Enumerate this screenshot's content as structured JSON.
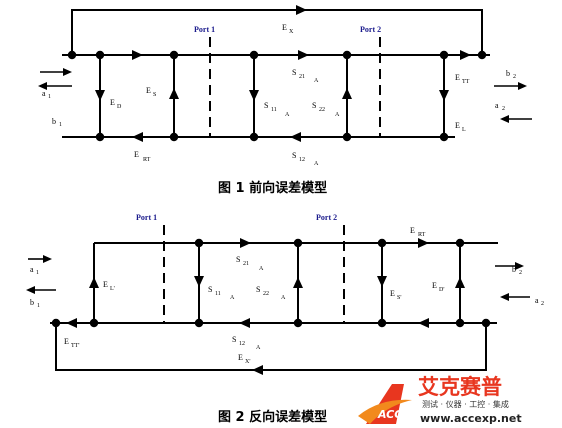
{
  "figure1": {
    "port1": "Port 1",
    "port2": "Port 2",
    "a1": "a",
    "a1_sub": "1",
    "b1": "b",
    "b1_sub": "1",
    "b2": "b",
    "b2_sub": "2",
    "a2": "a",
    "a2_sub": "2",
    "ex": "E",
    "ex_sub": "X",
    "ed": "E",
    "ed_sub": "D",
    "es": "E",
    "es_sub": "S",
    "ert": "E",
    "ert_sub": "RT",
    "ett": "E",
    "ett_sub": "TT",
    "el": "E",
    "el_sub": "L",
    "s21": "S",
    "s21_sub": "21",
    "s21_sub2": "A",
    "s11": "S",
    "s11_sub": "11",
    "s11_sub2": "A",
    "s22": "S",
    "s22_sub": "22",
    "s22_sub2": "A",
    "s12": "S",
    "s12_sub": "12",
    "s12_sub2": "A",
    "caption": "图 1   前向误差模型"
  },
  "figure2": {
    "port1": "Port 1",
    "port2": "Port 2",
    "a1": "a",
    "a1_sub": "1",
    "b1": "b",
    "b1_sub": "1",
    "b2": "b",
    "b2_sub": "2",
    "a2": "a",
    "a2_sub": "2",
    "ert": "E",
    "ert_sub": "RT",
    "el": "E",
    "el_sub": "L'",
    "es": "E",
    "es_sub": "S'",
    "ed": "E",
    "ed_sub": "D'",
    "ett": "E",
    "ett_sub": "TT'",
    "ex": "E",
    "ex_sub": "X'",
    "s21": "S",
    "s21_sub": "21",
    "s21_sub2": "A",
    "s11": "S",
    "s11_sub": "11",
    "s11_sub2": "A",
    "s22": "S",
    "s22_sub": "22",
    "s22_sub2": "A",
    "s12": "S",
    "s12_sub": "12",
    "s12_sub2": "A",
    "caption": "图 2   反向误差模型"
  },
  "logo": {
    "name": "艾克赛普",
    "tagline": "测试 · 仪器 · 工控 · 集成",
    "url": "www.accexp.net",
    "brand_color": "#e8361f"
  }
}
